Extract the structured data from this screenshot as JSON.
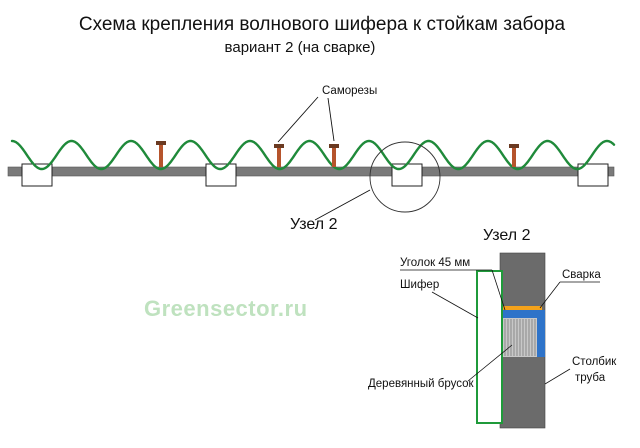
{
  "title": "Схема крепления волнового шифера к стойкам забора",
  "subtitle": "вариант 2  (на сварке)",
  "labels": {
    "screws": "Саморезы",
    "node_callout": "Узел 2",
    "detail_title": "Узел 2",
    "angle": "Уголок 45 мм",
    "slate": "Шифер",
    "weld": "Сварка",
    "post_line1": "Столбик",
    "post_line2": "труба",
    "bar": "Деревянный брусок"
  },
  "watermark": "Greensector.ru",
  "colors": {
    "wave": "#1f8a3a",
    "beam": "#7a7a7a",
    "post": "#6b6b6b",
    "angle": "#2e73c9",
    "weld": "#f4a21a",
    "screw": "#b6542c",
    "slate_outline": "#1f9a3a",
    "watermark": "#bfe2bf"
  }
}
